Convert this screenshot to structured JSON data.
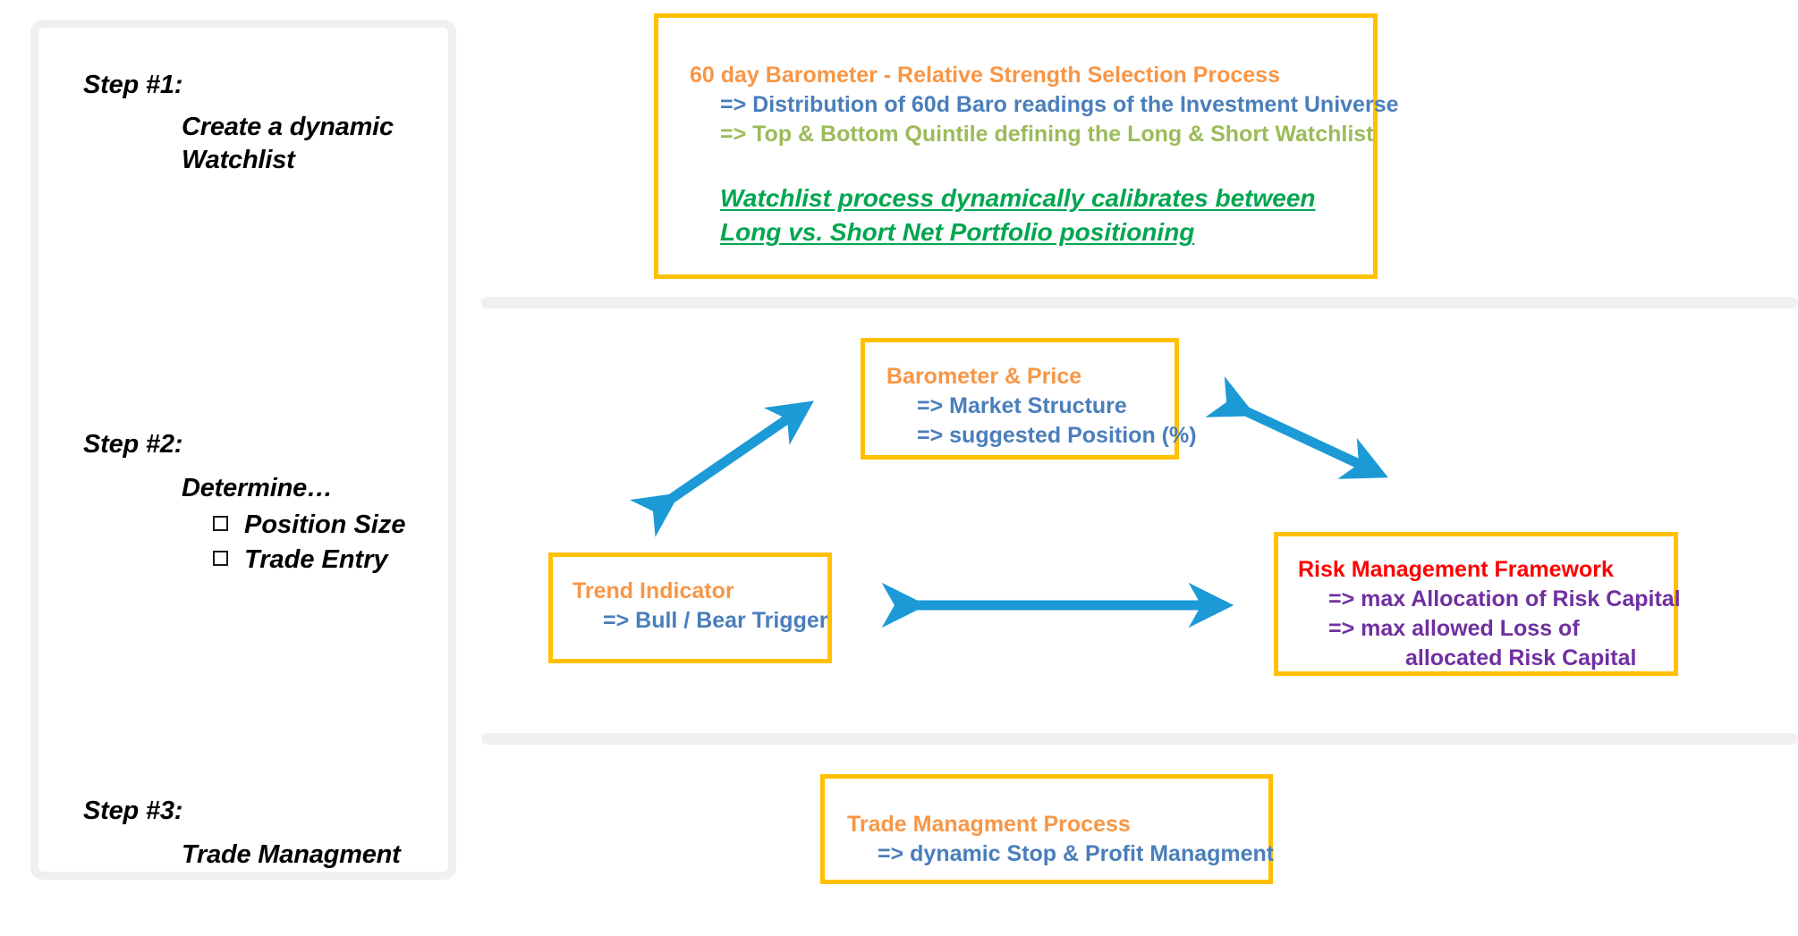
{
  "steps_panel": {
    "steps": [
      {
        "label": "Step #1:",
        "detail_line1": "Create a dynamic",
        "detail_line2": "Watchlist"
      },
      {
        "label": "Step #2:",
        "detail_line1": "Determine…",
        "sub_items": [
          "Position Size",
          "Trade Entry"
        ]
      },
      {
        "label": "Step #3:",
        "detail_line1": "Trade Managment"
      }
    ]
  },
  "boxes": {
    "watchlist": {
      "title": "60 day Barometer - Relative Strength Selection Process",
      "line1": "=> Distribution of 60d Baro readings of the Investment Universe",
      "line2": "=> Top & Bottom Quintile defining the Long & Short Watchlist",
      "emphasis_line1": "Watchlist process dynamically calibrates between",
      "emphasis_line2": "Long vs. Short Net Portfolio positioning"
    },
    "barometer_price": {
      "title": "Barometer & Price",
      "line1": "=> Market Structure",
      "line2": "=> suggested Position (%)"
    },
    "trend_indicator": {
      "title": "Trend Indicator",
      "line1": "=> Bull / Bear Trigger"
    },
    "risk_framework": {
      "title": "Risk Management Framework",
      "line1": "=> max Allocation of Risk Capital",
      "line2": "=> max allowed Loss of",
      "line3": "allocated Risk Capital"
    },
    "trade_management": {
      "title": "Trade Managment Process",
      "line1": "=> dynamic Stop & Profit Managment"
    }
  },
  "colors": {
    "box_border": "#ffc000",
    "title_orange": "#f79646",
    "text_blue": "#4a7ebb",
    "text_green": "#9bbb59",
    "emphasis_green": "#00a650",
    "text_red": "#ff0000",
    "text_purple": "#7030a0",
    "arrow_blue": "#1b9ad6",
    "separator_gray": "#f1f0ee"
  },
  "arrows": {
    "left_diagonal": "double-headed-arrow",
    "right_diagonal": "double-headed-arrow",
    "horizontal": "double-headed-arrow"
  }
}
